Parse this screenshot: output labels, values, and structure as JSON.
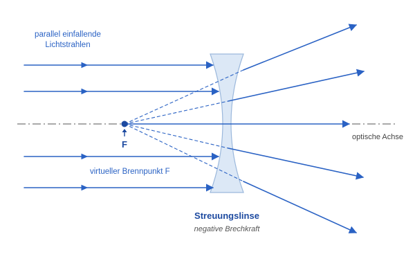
{
  "labels": {
    "incoming_rays_line1": "parallel einfallende",
    "incoming_rays_line2": "Lichtstrahlen",
    "focal_point_letter": "F",
    "virtual_focus": "virtueller Brennpunkt F",
    "optical_axis": "optische Achse",
    "lens_name": "Streuungslinse",
    "lens_property": "negative Brechkraft"
  },
  "colors": {
    "ray": "#2a62c4",
    "axis": "#555555",
    "lens_fill": "#dce8f6",
    "lens_stroke": "#9bb8dc",
    "text_blue": "#2a62c4",
    "text_dark_blue": "#1d4aa0",
    "text_gray": "#444444"
  },
  "icons": {
    "focal_marker": "up-arrow-icon"
  }
}
